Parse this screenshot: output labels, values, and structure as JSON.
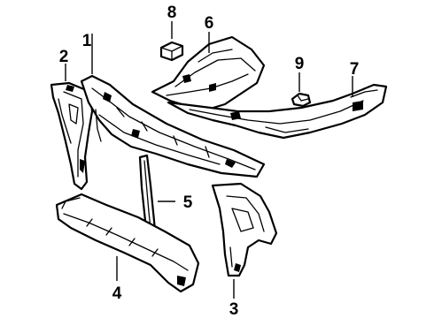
{
  "diagram": {
    "callouts": [
      {
        "id": "1",
        "label": "1",
        "part": "radiator-support-upper"
      },
      {
        "id": "2",
        "label": "2",
        "part": "side-panel-left"
      },
      {
        "id": "3",
        "label": "3",
        "part": "side-panel-right"
      },
      {
        "id": "4",
        "label": "4",
        "part": "lower-tie-bar"
      },
      {
        "id": "5",
        "label": "5",
        "part": "center-brace"
      },
      {
        "id": "6",
        "label": "6",
        "part": "splash-shield-upper"
      },
      {
        "id": "7",
        "label": "7",
        "part": "under-cover"
      },
      {
        "id": "8",
        "label": "8",
        "part": "clip-small"
      },
      {
        "id": "9",
        "label": "9",
        "part": "clip-fastener"
      }
    ]
  }
}
